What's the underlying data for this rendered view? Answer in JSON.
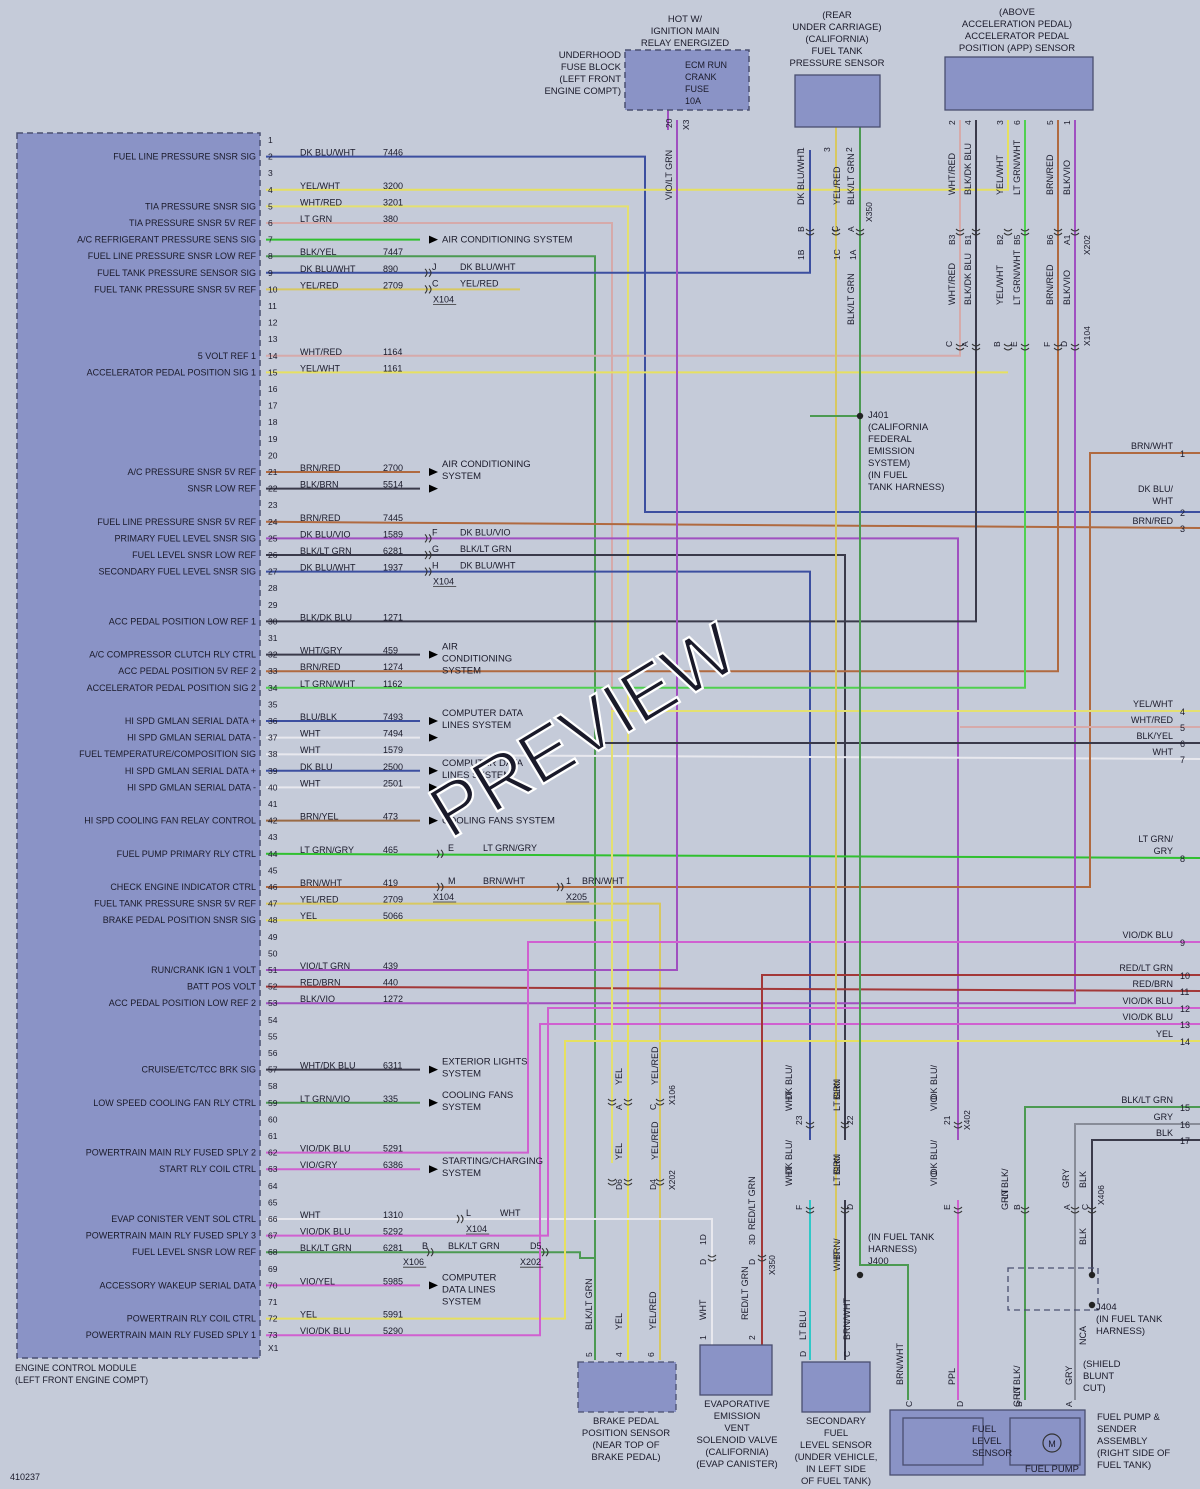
{
  "diagram_code": "410237",
  "watermark": "PREVIEW",
  "ecm": {
    "title": [
      "ENGINE CONTROL MODULE",
      "(LEFT FRONT ENGINE COMPT)"
    ],
    "x1": "X1",
    "pins": [
      {
        "n": "1"
      },
      {
        "n": "2",
        "label": "FUEL LINE PRESSURE SNSR SIG",
        "color": "DK BLU/WHT",
        "circuit": "7446"
      },
      {
        "n": "3"
      },
      {
        "n": "4",
        "color": "YEL/WHT",
        "circuit": "3200"
      },
      {
        "n": "5",
        "label": "TIA PRESSURE SNSR SIG",
        "color": "WHT/RED",
        "circuit": "3201"
      },
      {
        "n": "6",
        "label": "TIA PRESSURE SNSR 5V REF",
        "color": "LT GRN",
        "circuit": "380"
      },
      {
        "n": "7",
        "label": "A/C REFRIGERANT PRESSURE SENS SIG"
      },
      {
        "n": "8",
        "label": "FUEL LINE PRESSURE SNSR LOW REF",
        "color": "BLK/YEL",
        "circuit": "7447"
      },
      {
        "n": "9",
        "label": "FUEL TANK PRESSURE SENSOR SIG",
        "color": "DK BLU/WHT",
        "circuit": "890"
      },
      {
        "n": "10",
        "label": "FUEL TANK PRESSURE SNSR 5V REF",
        "color": "YEL/RED",
        "circuit": "2709"
      },
      {
        "n": "11"
      },
      {
        "n": "12"
      },
      {
        "n": "13"
      },
      {
        "n": "14",
        "label": "5 VOLT REF 1",
        "color": "WHT/RED",
        "circuit": "1164"
      },
      {
        "n": "15",
        "label": "ACCELERATOR PEDAL POSITION SIG 1",
        "color": "YEL/WHT",
        "circuit": "1161"
      },
      {
        "n": "16"
      },
      {
        "n": "17"
      },
      {
        "n": "18"
      },
      {
        "n": "19"
      },
      {
        "n": "20"
      },
      {
        "n": "21",
        "label": "A/C PRESSURE SNSR 5V REF",
        "color": "BRN/RED",
        "circuit": "2700"
      },
      {
        "n": "22",
        "label": "SNSR LOW REF",
        "color": "BLK/BRN",
        "circuit": "5514"
      },
      {
        "n": "23"
      },
      {
        "n": "24",
        "label": "FUEL LINE PRESSURE SNSR 5V REF",
        "color": "BRN/RED",
        "circuit": "7445"
      },
      {
        "n": "25",
        "label": "PRIMARY FUEL LEVEL SNSR SIG",
        "color": "DK BLU/VIO",
        "circuit": "1589"
      },
      {
        "n": "26",
        "label": "FUEL LEVEL SNSR LOW REF",
        "color": "BLK/LT GRN",
        "circuit": "6281"
      },
      {
        "n": "27",
        "label": "SECONDARY FUEL LEVEL SNSR SIG",
        "color": "DK BLU/WHT",
        "circuit": "1937"
      },
      {
        "n": "28"
      },
      {
        "n": "29"
      },
      {
        "n": "30",
        "label": "ACC PEDAL POSITION LOW REF 1",
        "color": "BLK/DK BLU",
        "circuit": "1271"
      },
      {
        "n": "31"
      },
      {
        "n": "32",
        "label": "A/C COMPRESSOR CLUTCH RLY CTRL",
        "color": "WHT/GRY",
        "circuit": "459"
      },
      {
        "n": "33",
        "label": "ACC PEDAL POSITION 5V REF 2",
        "color": "BRN/RED",
        "circuit": "1274"
      },
      {
        "n": "34",
        "label": "ACCELERATOR PEDAL POSITION SIG 2",
        "color": "LT GRN/WHT",
        "circuit": "1162"
      },
      {
        "n": "35"
      },
      {
        "n": "36",
        "label": "HI SPD GMLAN SERIAL DATA +",
        "color": "BLU/BLK",
        "circuit": "7493"
      },
      {
        "n": "37",
        "label": "HI SPD GMLAN SERIAL DATA -",
        "color": "WHT",
        "circuit": "7494"
      },
      {
        "n": "38",
        "label": "FUEL TEMPERATURE/COMPOSITION SIG",
        "color": "WHT",
        "circuit": "1579"
      },
      {
        "n": "39",
        "label": "HI SPD GMLAN SERIAL DATA +",
        "color": "DK BLU",
        "circuit": "2500"
      },
      {
        "n": "40",
        "label": "HI SPD GMLAN SERIAL DATA -",
        "color": "WHT",
        "circuit": "2501"
      },
      {
        "n": "41"
      },
      {
        "n": "42",
        "label": "HI SPD COOLING FAN RELAY CONTROL",
        "color": "BRN/YEL",
        "circuit": "473"
      },
      {
        "n": "43"
      },
      {
        "n": "44",
        "label": "FUEL PUMP PRIMARY RLY CTRL",
        "color": "LT GRN/GRY",
        "circuit": "465"
      },
      {
        "n": "45"
      },
      {
        "n": "46",
        "label": "CHECK ENGINE INDICATOR CTRL",
        "color": "BRN/WHT",
        "circuit": "419"
      },
      {
        "n": "47",
        "label": "FUEL TANK PRESSURE SNSR 5V REF",
        "color": "YEL/RED",
        "circuit": "2709"
      },
      {
        "n": "48",
        "label": "BRAKE PEDAL POSITION SNSR SIG",
        "color": "YEL",
        "circuit": "5066"
      },
      {
        "n": "49"
      },
      {
        "n": "50"
      },
      {
        "n": "51",
        "label": "RUN/CRANK IGN 1 VOLT",
        "color": "VIO/LT GRN",
        "circuit": "439"
      },
      {
        "n": "52",
        "label": "BATT POS VOLT",
        "color": "RED/BRN",
        "circuit": "440"
      },
      {
        "n": "53",
        "label": "ACC PEDAL POSITION LOW REF 2",
        "color": "BLK/VIO",
        "circuit": "1272"
      },
      {
        "n": "54"
      },
      {
        "n": "55"
      },
      {
        "n": "56"
      },
      {
        "n": "57",
        "label": "CRUISE/ETC/TCC BRK SIG",
        "color": "WHT/DK BLU",
        "circuit": "6311"
      },
      {
        "n": "58"
      },
      {
        "n": "59",
        "label": "LOW SPEED COOLING FAN RLY CTRL",
        "color": "LT GRN/VIO",
        "circuit": "335"
      },
      {
        "n": "60"
      },
      {
        "n": "61"
      },
      {
        "n": "62",
        "label": "POWERTRAIN MAIN RLY FUSED SPLY 2",
        "color": "VIO/DK BLU",
        "circuit": "5291"
      },
      {
        "n": "63",
        "label": "START RLY COIL CTRL",
        "color": "VIO/GRY",
        "circuit": "6386"
      },
      {
        "n": "64"
      },
      {
        "n": "65"
      },
      {
        "n": "66",
        "label": "EVAP CONISTER VENT SOL CTRL",
        "color": "WHT",
        "circuit": "1310"
      },
      {
        "n": "67",
        "label": "POWERTRAIN MAIN RLY FUSED SPLY 3",
        "color": "VIO/DK BLU",
        "circuit": "5292"
      },
      {
        "n": "68",
        "label": "FUEL LEVEL SNSR LOW REF",
        "color": "BLK/LT GRN",
        "circuit": "6281"
      },
      {
        "n": "69"
      },
      {
        "n": "70",
        "label": "ACCESSORY WAKEUP SERIAL DATA",
        "color": "VIO/YEL",
        "circuit": "5985"
      },
      {
        "n": "71"
      },
      {
        "n": "72",
        "label": "POWERTRAIN RLY COIL CTRL",
        "color": "YEL",
        "circuit": "5991"
      },
      {
        "n": "73",
        "label": "POWERTRAIN MAIN RLY FUSED SPLY 1",
        "color": "VIO/DK BLU",
        "circuit": "5290"
      }
    ]
  },
  "arrow_targets": [
    {
      "pin": 7,
      "lines": [
        "AIR CONDITIONING SYSTEM"
      ]
    },
    {
      "pin": 21,
      "lines": [
        "AIR CONDITIONING",
        "SYSTEM"
      ]
    },
    {
      "pin": 32,
      "lines": [
        "AIR",
        "CONDITIONING",
        "SYSTEM"
      ]
    },
    {
      "pin": 36,
      "lines": [
        "COMPUTER DATA",
        "LINES SYSTEM"
      ]
    },
    {
      "pin": 39,
      "lines": [
        "COMPUTER DATA",
        "LINES SYSTEM"
      ]
    },
    {
      "pin": 42,
      "lines": [
        "COOLING FANS SYSTEM"
      ]
    },
    {
      "pin": 57,
      "lines": [
        "EXTERIOR LIGHTS",
        "SYSTEM"
      ]
    },
    {
      "pin": 59,
      "lines": [
        "COOLING FANS",
        "SYSTEM"
      ]
    },
    {
      "pin": 63,
      "lines": [
        "STARTING/CHARGING",
        "SYSTEM"
      ]
    },
    {
      "pin": 70,
      "lines": [
        "COMPUTER",
        "DATA LINES",
        "SYSTEM"
      ]
    }
  ],
  "inline_connectors": [
    {
      "pin": 9,
      "pinlabel": "J",
      "color": "DK BLU/WHT"
    },
    {
      "pin": 10,
      "pinlabel": "C",
      "color": "YEL/RED",
      "name": "X104"
    },
    {
      "pin": 25,
      "pinlabel": "F",
      "color": "DK BLU/VIO"
    },
    {
      "pin": 26,
      "pinlabel": "G",
      "color": "BLK/LT GRN"
    },
    {
      "pin": 27,
      "pinlabel": "H",
      "color": "DK BLU/WHT",
      "name": "X104"
    },
    {
      "pin": 44,
      "pinlabel": "E",
      "color": "LT GRN/GRY"
    },
    {
      "pin": 46,
      "pinlabel": "M",
      "color": "BRN/WHT",
      "name": "X104",
      "pinlabel2": "1",
      "color2": "BRN/WHT",
      "name2": "X205"
    },
    {
      "pin": 66,
      "pinlabel": "L",
      "color": "WHT",
      "name": "X104"
    },
    {
      "pin": 68,
      "pinlabel": "B",
      "color": "BLK/LT GRN",
      "name": "X106",
      "pinlabel2": "D5",
      "name2": "X202"
    }
  ],
  "right_edge": [
    {
      "n": "1",
      "color": "BRN/WHT"
    },
    {
      "n": "2",
      "color": "DK BLU/WHT"
    },
    {
      "n": "3",
      "color": "BRN/RED"
    },
    {
      "n": "4",
      "color": "YEL/WHT"
    },
    {
      "n": "5",
      "color": "WHT/RED"
    },
    {
      "n": "6",
      "color": "BLK/YEL"
    },
    {
      "n": "7",
      "color": "WHT"
    },
    {
      "n": "8",
      "color": "LT GRN/GRY"
    },
    {
      "n": "9",
      "color": "VIO/DK BLU"
    },
    {
      "n": "10",
      "color": "RED/LT GRN"
    },
    {
      "n": "11",
      "color": "RED/BRN"
    },
    {
      "n": "12",
      "color": "VIO/DK BLU"
    },
    {
      "n": "13",
      "color": "VIO/DK BLU"
    },
    {
      "n": "14",
      "color": "YEL"
    },
    {
      "n": "15",
      "color": "BLK/LT GRN"
    },
    {
      "n": "16",
      "color": "GRY"
    },
    {
      "n": "17",
      "color": "BLK"
    }
  ],
  "fuse_block": {
    "hot_label": [
      "HOT W/",
      "IGNITION MAIN",
      "RELAY ENERGIZED"
    ],
    "label": [
      "UNDERHOOD",
      "FUSE BLOCK",
      "(LEFT FRONT",
      "ENGINE COMPT)"
    ],
    "fuse": [
      "ECM RUN",
      "CRANK",
      "FUSE",
      "10A"
    ],
    "pin": "20",
    "connector": "X3",
    "wire": "VIO/LT GRN"
  },
  "ftp_sensor": {
    "label": [
      "(REAR",
      "UNDER CARRIAGE)",
      "(CALIFORNIA)",
      "FUEL TANK",
      "PRESSURE SENSOR"
    ],
    "pins": [
      "1",
      "3",
      "2"
    ],
    "wires": [
      "DK BLU/WHT",
      "YEL/RED",
      "BLK/LT GRN"
    ],
    "conn_pins": [
      "B",
      "C",
      "A"
    ],
    "conn_pins2": [
      "1B",
      "1C",
      "1A"
    ],
    "connector": "X350",
    "lower_wire": "BLK/LT GRN"
  },
  "app_sensor": {
    "label": [
      "(ABOVE",
      "ACCELERATION PEDAL)",
      "ACCELERATOR PEDAL",
      "POSITION (APP) SENSOR"
    ],
    "pins": [
      "2",
      "4",
      "3",
      "6",
      "5",
      "1"
    ],
    "wires": [
      "WHT/RED",
      "BLK/DK BLU",
      "YEL/WHT",
      "LT GRN/WHT",
      "BRN/RED",
      "BLK/VIO"
    ],
    "conn_pins": [
      "B3",
      "B1",
      "B2",
      "B5",
      "B6",
      "A1"
    ],
    "connector": "X202",
    "lower_wires": [
      "WHT/RED",
      "BLK/DK BLU",
      "YEL/WHT",
      "LT GRN/WHT",
      "BRN/RED",
      "BLK/VIO"
    ],
    "conn2_pins": [
      "C",
      "A",
      "B",
      "E",
      "F",
      "D"
    ],
    "connector2": "X104"
  },
  "j401": [
    "J401",
    "(CALIFORNIA",
    "FEDERAL",
    "EMISSION",
    "SYSTEM)",
    "(IN FUEL",
    "TANK HARNESS)"
  ],
  "bpp_sensor": {
    "label": [
      "BRAKE PEDAL",
      "POSITION SENSOR",
      "(NEAR TOP OF",
      "BRAKE PEDAL)"
    ],
    "top_wires": [
      "YEL",
      "YEL/RED"
    ],
    "top_pins": [
      "A",
      "C"
    ],
    "connector": "X106",
    "mid_wires": [
      "YEL",
      "YEL/RED"
    ],
    "mid_pins": [
      "D6",
      "D4"
    ],
    "connector2": "X202",
    "wires": [
      "BLK/LT GRN",
      "YEL",
      "YEL/RED"
    ],
    "pins": [
      "5",
      "4",
      "6"
    ]
  },
  "evap": {
    "label": [
      "EVAPORATIVE",
      "EMISSION",
      "VENT",
      "SOLENOID VALVE",
      "(CALIFORNIA)",
      "(EVAP CANISTER)"
    ],
    "wires": [
      "WHT",
      "RED/LT GRN"
    ],
    "pins": [
      "1",
      "2"
    ],
    "conn_pins": [
      "1D",
      "3D"
    ],
    "conn_pins_b": [
      "D",
      "D"
    ],
    "top_wire": "RED/LT GRN",
    "connector": "X350"
  },
  "secondary_sensor": {
    "label": [
      "SECONDARY",
      "FUEL",
      "LEVEL SENSOR",
      "(UNDER VEHICLE,",
      "IN LEFT SIDE",
      "OF FUEL TANK)"
    ],
    "wires": [
      "LT BLU",
      "BRN/WHT"
    ],
    "pins": [
      "D",
      "C"
    ]
  },
  "x402": {
    "wires_top": [
      "DK BLU/WHT",
      "BLK/LT GRN",
      "DK BLU/VIO"
    ],
    "pins": [
      "23",
      "22",
      "21"
    ],
    "wires_bot": [
      "DK BLU/WHT",
      "BLK/LT GRN",
      "DK BLU/VIO"
    ],
    "pins2": [
      "F",
      "D",
      "E"
    ],
    "connector": "X402",
    "bottom_wire": [
      "BRN/",
      "WHT"
    ]
  },
  "j400": [
    "(IN FUEL TANK",
    "HARNESS)",
    "J400"
  ],
  "fuel_pump": {
    "label": [
      "FUEL PUMP &",
      "SENDER",
      "ASSEMBLY",
      "(RIGHT SIDE OF",
      "FUEL TANK)"
    ],
    "level_sensor": [
      "FUEL",
      "LEVEL",
      "SENSOR"
    ],
    "pump": "FUEL PUMP",
    "motor": "M",
    "wires": [
      "BRN/WHT",
      "PPL",
      "BLK/ LT GRN",
      "GRY"
    ],
    "pins": [
      "C",
      "D",
      "B",
      "A"
    ],
    "upper_wires": [
      "BLK/ LT GRN",
      "GRY",
      "BLK"
    ],
    "upper_pins": [
      "B",
      "A",
      "C"
    ],
    "connector": "X406",
    "nca": "NCA",
    "shield": [
      "(SHIELD",
      "BLUNT",
      "CUT)"
    ],
    "blk": "BLK"
  },
  "j404": [
    "J404",
    "(IN FUEL TANK",
    "HARNESS)"
  ]
}
